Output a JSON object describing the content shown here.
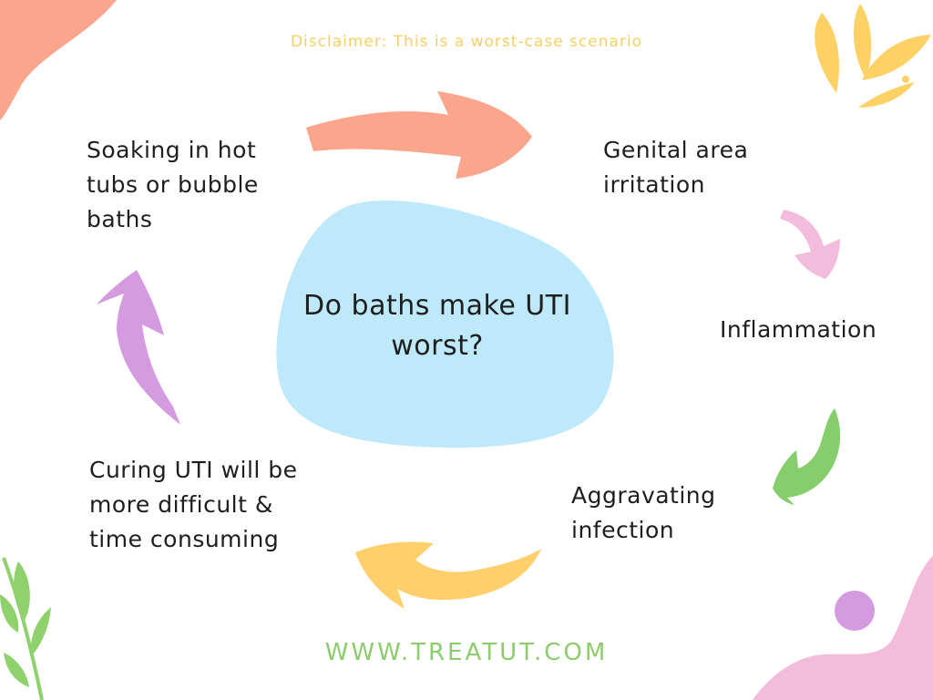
{
  "disclaimer": "Disclaimer: This is a worst-case scenario",
  "center": {
    "lines": [
      "Do baths make UTI",
      "worst?"
    ]
  },
  "steps": [
    {
      "lines": [
        "Soaking in hot",
        "tubs or bubble",
        "baths"
      ]
    },
    {
      "lines": [
        "Genital area",
        "irritation"
      ]
    },
    {
      "lines": [
        "Inflammation"
      ]
    },
    {
      "lines": [
        "Aggravating",
        "infection"
      ]
    },
    {
      "lines": [
        "Curing UTI will be",
        "more difficult &",
        "time consuming"
      ]
    }
  ],
  "website": "WWW.TREATUT.COM",
  "colors": {
    "blob": "#bde9fb",
    "arrow_orange": "#fba58c",
    "arrow_pink": "#f4bcdc",
    "arrow_green": "#86cd6e",
    "arrow_yellow": "#fecf6a",
    "arrow_purple": "#d59be0",
    "leaf_yellow": "#fdd166",
    "leaf_green": "#8fd16d",
    "corner_pink": "#f3bcdb",
    "corner_orange": "#fba58c",
    "dot_purple": "#d59be0"
  },
  "icons": [
    "arrow-icon",
    "leaf-icon"
  ]
}
